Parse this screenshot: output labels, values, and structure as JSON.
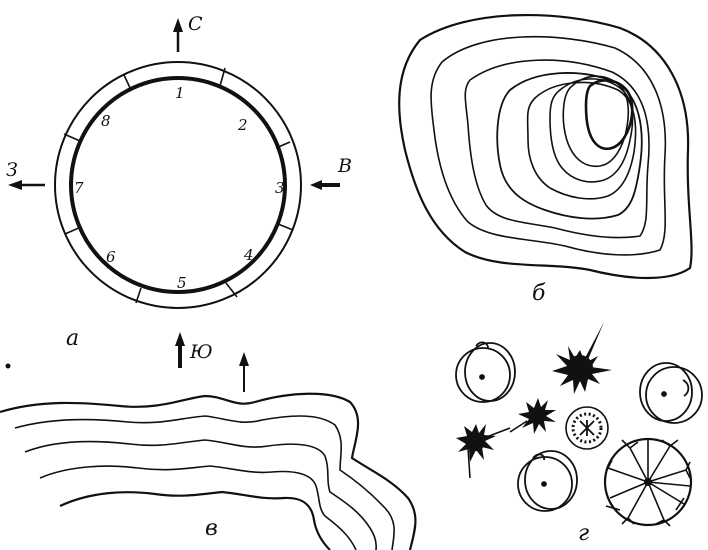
{
  "panels": {
    "a": "а",
    "b": "б",
    "v": "в",
    "g": "г"
  },
  "compass": {
    "north": "С",
    "east": "В",
    "south": "Ю",
    "west": "З"
  },
  "sectors": [
    "1",
    "2",
    "3",
    "4",
    "5",
    "6",
    "7",
    "8"
  ],
  "colors": {
    "ink": "#111111",
    "paper": "#ffffff"
  }
}
